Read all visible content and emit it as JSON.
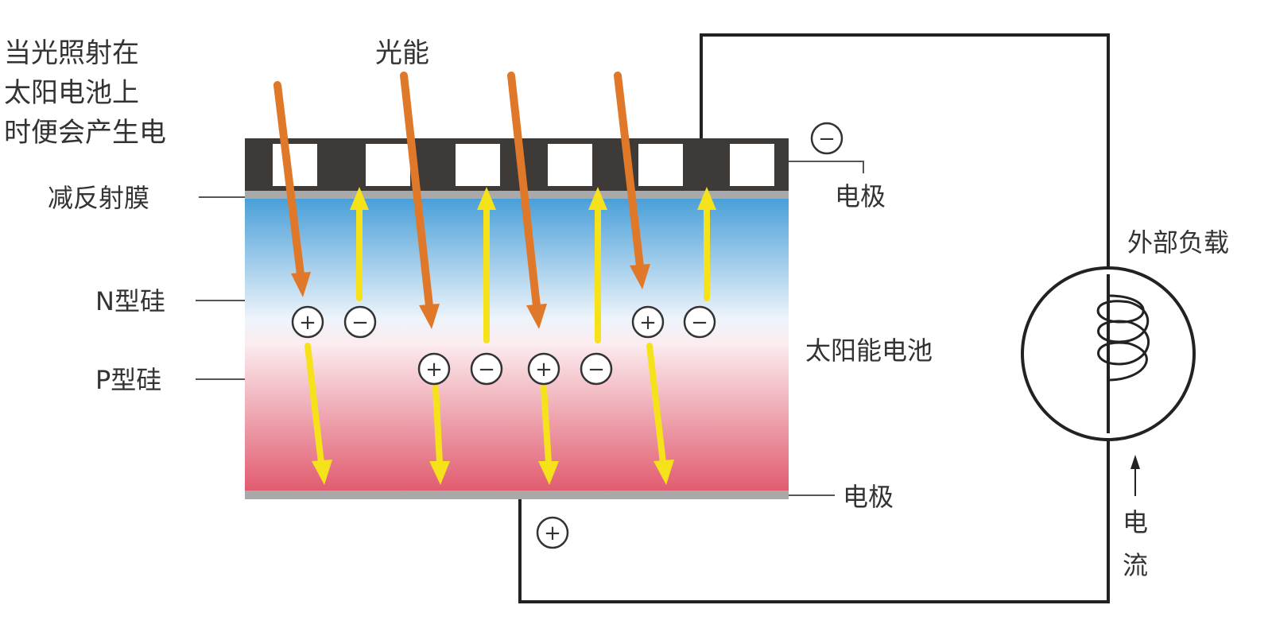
{
  "labels": {
    "intro": [
      "当光照射在",
      "太阳电池上",
      "时便会产生电"
    ],
    "light_energy": "光能",
    "anti_reflection_film": "减反射膜",
    "n_silicon": "N型硅",
    "p_silicon": "P型硅",
    "top_electrode": "电极",
    "bottom_electrode": "电极",
    "solar_cell": "太阳能电池",
    "external_load": "外部负载",
    "current": [
      "电",
      "流"
    ],
    "negative_sign": "−",
    "positive_sign": "+"
  },
  "colors": {
    "light_arrow": "#e0782a",
    "carrier_arrow": "#f6e21a",
    "carrier_arrow_edge": "#f0c400",
    "electrode_dark": "#3d3a38",
    "film_gray": "#a9a9a9",
    "n_silicon_top": "#3f9ad6",
    "p_silicon_bottom": "#e0566a",
    "wire": "#222222"
  },
  "carriers": [
    {
      "pair": 1,
      "holes": "+",
      "electrons": "−"
    },
    {
      "pair": 2,
      "holes": "+",
      "electrons": "−"
    },
    {
      "pair": 3,
      "holes": "+",
      "electrons": "−"
    },
    {
      "pair": 4,
      "holes": "+",
      "electrons": "−"
    }
  ]
}
